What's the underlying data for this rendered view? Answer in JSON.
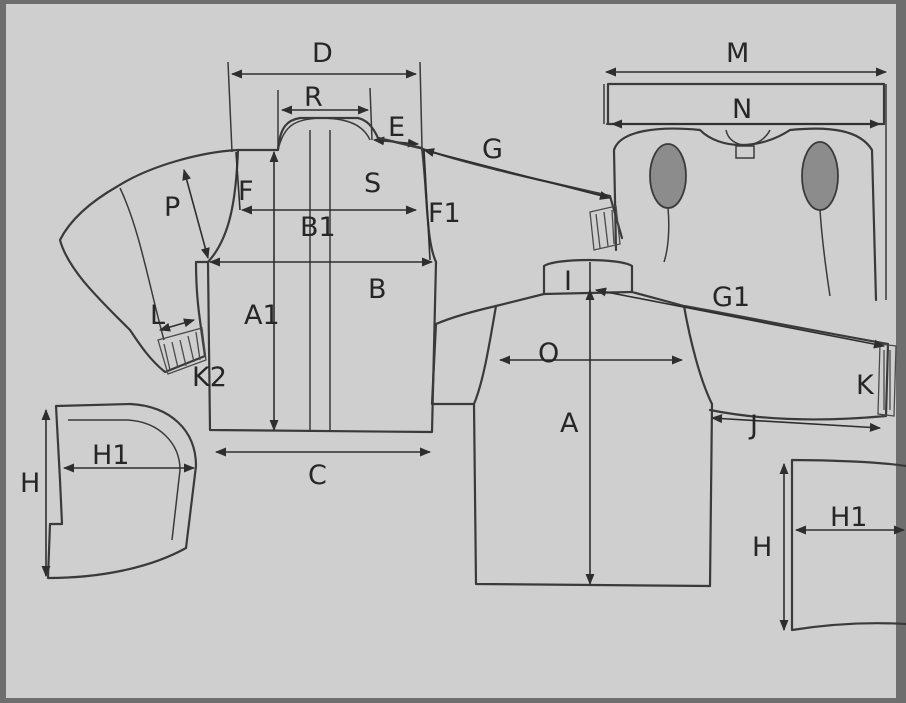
{
  "labels": {
    "D": "D",
    "R": "R",
    "E": "E",
    "S": "S",
    "G": "G",
    "M": "M",
    "N": "N",
    "F": "F",
    "P": "P",
    "B1": "B1",
    "F1": "F1",
    "B": "B",
    "A1": "A1",
    "L": "L",
    "K2": "K2",
    "I": "I",
    "G1": "G1",
    "O": "O",
    "A": "A",
    "K": "K",
    "J": "J",
    "C": "C",
    "H_left": "H",
    "H1_left": "H1",
    "H_right": "H",
    "H1_right": "H1"
  },
  "colors": {
    "paper": "#cfcfcf",
    "frame": "#6e6e6e",
    "ink": "#3a3a3a",
    "pocket": "#8c8c8c"
  }
}
